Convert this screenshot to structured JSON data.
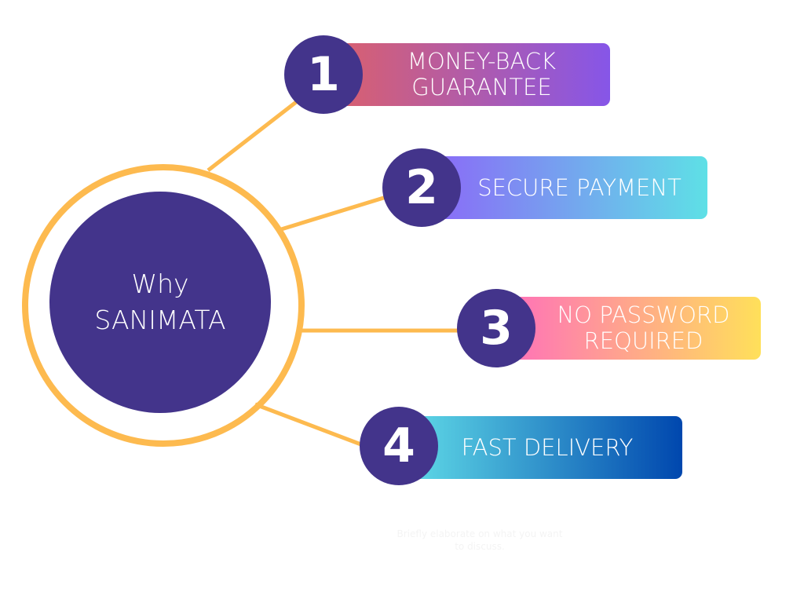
{
  "center": {
    "line1": "Why",
    "line2": "SANIMATA"
  },
  "items": [
    {
      "number": "1",
      "line1": "MONEY-BACK",
      "line2": "GUARANTEE",
      "colors": [
        "#D9606F",
        "#8656E8"
      ]
    },
    {
      "number": "2",
      "line1": "SECURE PAYMENT",
      "line2": "",
      "colors": [
        "#8A6BF7",
        "#5EE0E6"
      ]
    },
    {
      "number": "3",
      "line1": "NO PASSWORD",
      "line2": "REQUIRED",
      "colors": [
        "#FF72B8",
        "#FFE05A"
      ]
    },
    {
      "number": "4",
      "line1": "FAST DELIVERY",
      "line2": "",
      "colors": [
        "#5ED8E6",
        "#0047AE"
      ]
    }
  ],
  "caption": {
    "line1": "Briefly elaborate on what you want",
    "line2": "to discuss."
  },
  "accent": "#FDBA4F",
  "primary": "#43348B"
}
